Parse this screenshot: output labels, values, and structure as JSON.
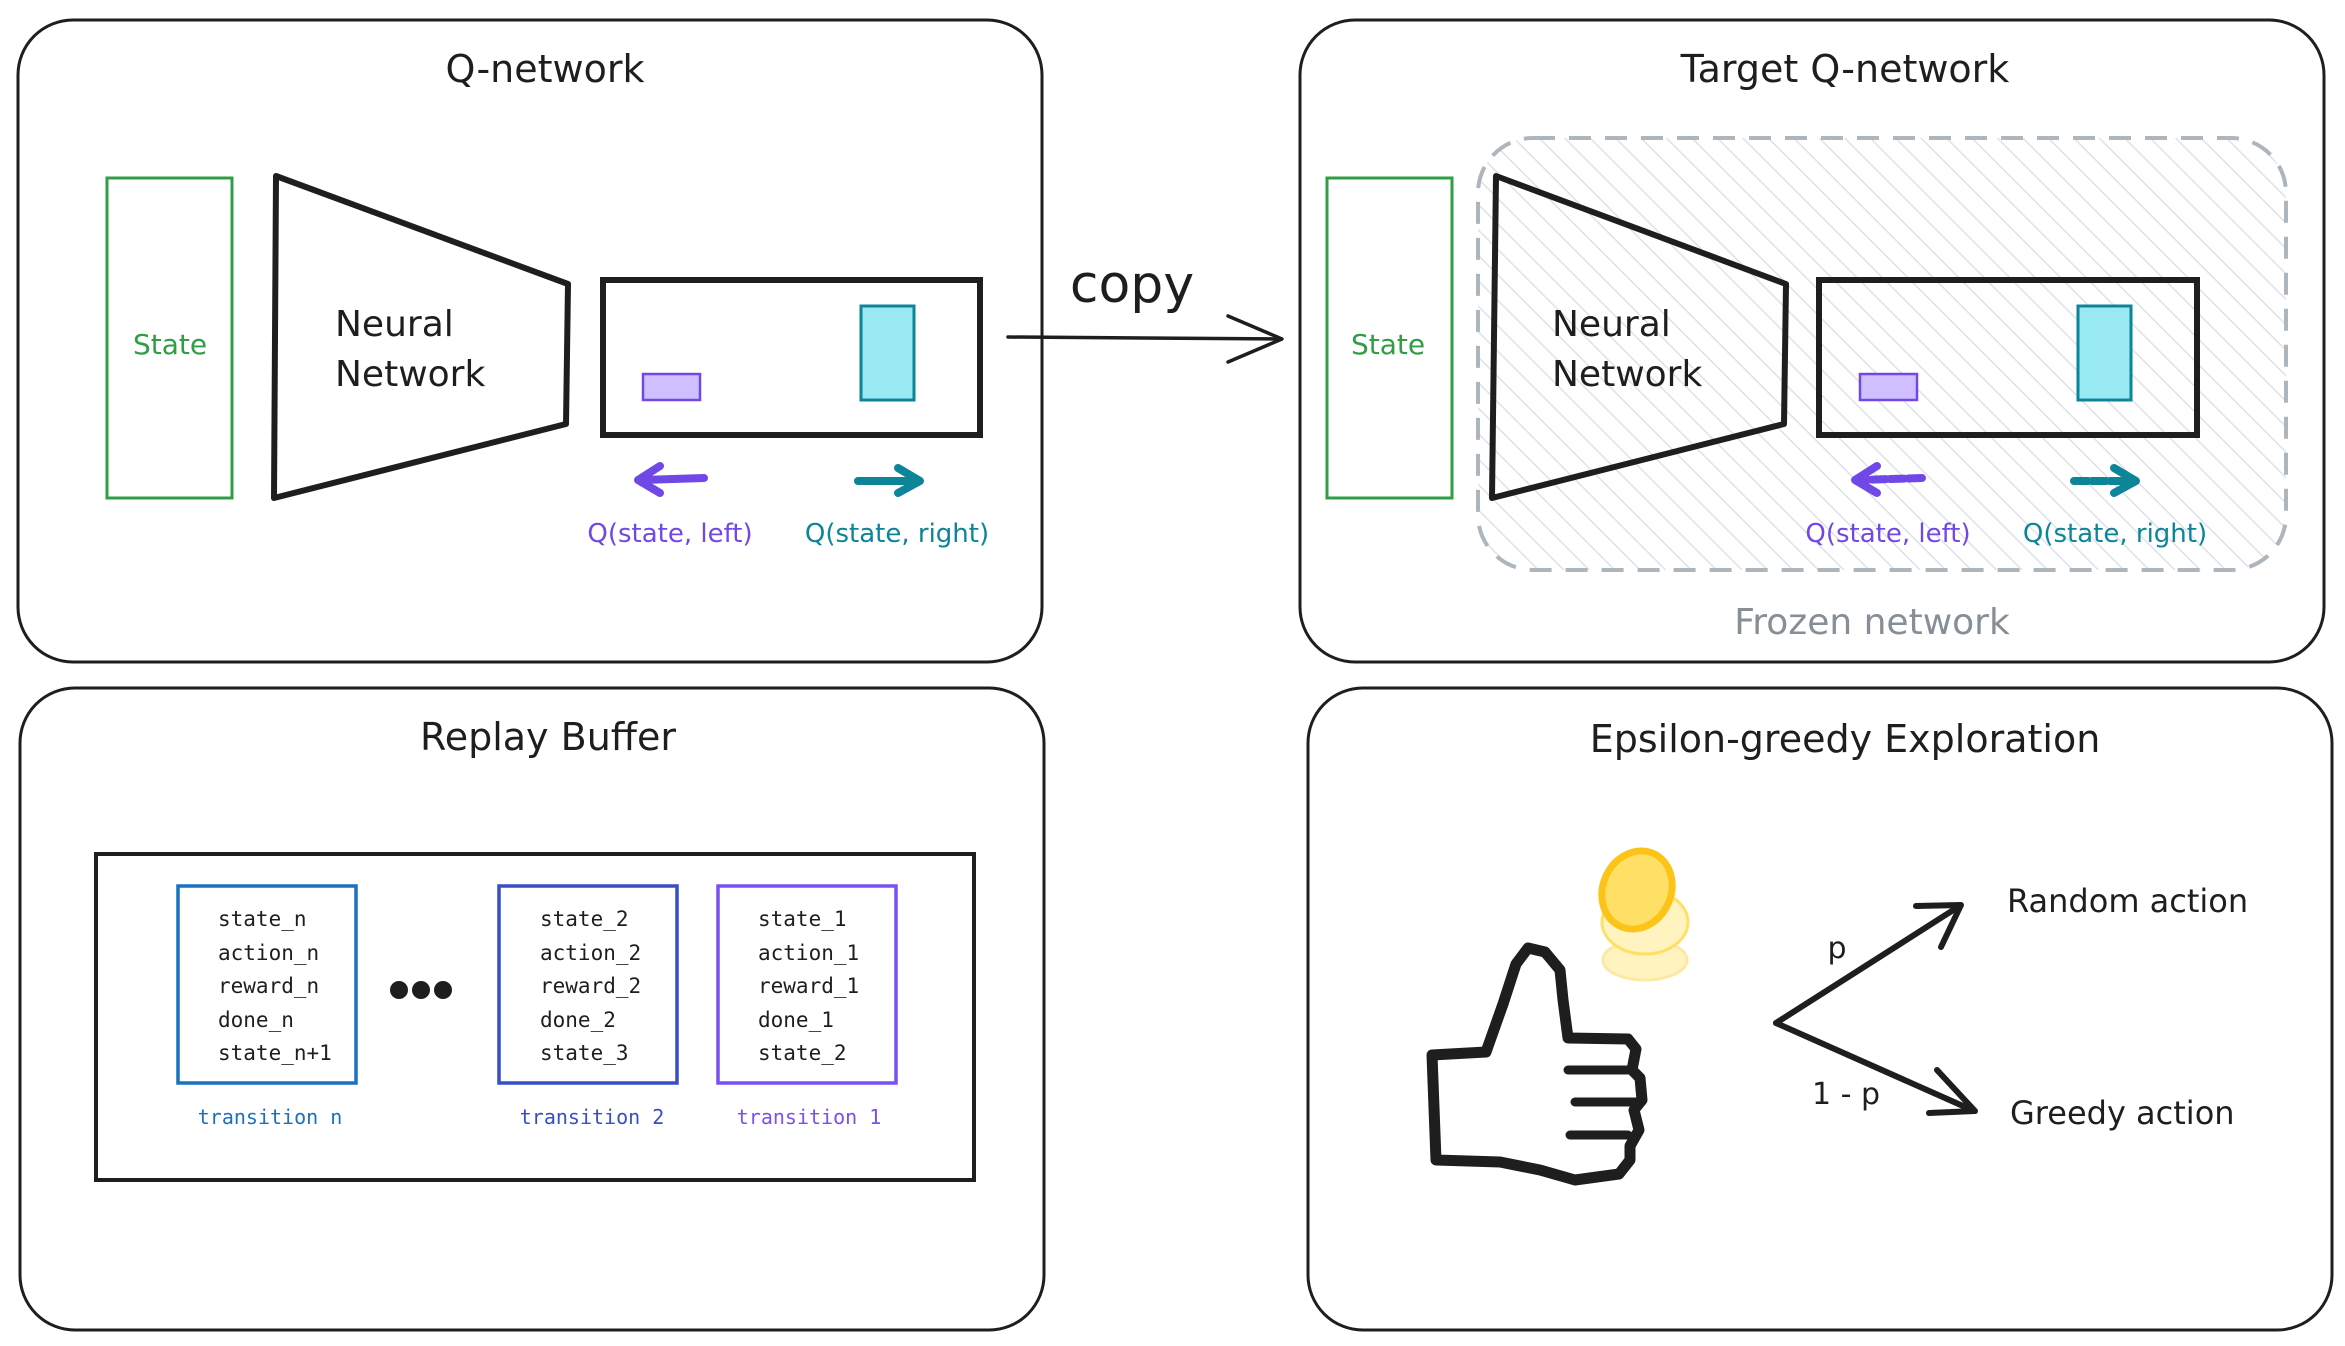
{
  "qnet": {
    "title": "Q-network",
    "state": "State",
    "nn_line1": "Neural",
    "nn_line2": "Network",
    "q_left": "Q(state, left)",
    "q_right": "Q(state, right)"
  },
  "copy_label": "copy",
  "target": {
    "title": "Target Q-network",
    "state": "State",
    "nn_line1": "Neural",
    "nn_line2": "Network",
    "q_left": "Q(state, left)",
    "q_right": "Q(state, right)",
    "frozen": "Frozen network"
  },
  "replay": {
    "title": "Replay Buffer",
    "transitions": [
      {
        "lines": [
          "state_n",
          "action_n",
          "reward_n",
          "done_n",
          "state_n+1"
        ],
        "label": "transition n"
      },
      {
        "lines": [
          "state_2",
          "action_2",
          "reward_2",
          "done_2",
          "state_3"
        ],
        "label": "transition 2"
      },
      {
        "lines": [
          "state_1",
          "action_1",
          "reward_1",
          "done_1",
          "state_2"
        ],
        "label": "transition 1"
      }
    ]
  },
  "epsilon": {
    "title": "Epsilon-greedy Exploration",
    "random_action": "Random action",
    "greedy_action": "Greedy action",
    "p_label": "p",
    "one_minus_p": "1 - p"
  },
  "colors": {
    "state_green": "#2f9e44",
    "purple": "#7048e8",
    "purple_fill": "#d0bfff",
    "teal": "#0c8599",
    "teal_fill": "#99e9f2",
    "blue": "#1971c2",
    "indigo": "#364fc7",
    "violet": "#7950f2",
    "gray": "#868e96",
    "coin": "#fcc419"
  }
}
